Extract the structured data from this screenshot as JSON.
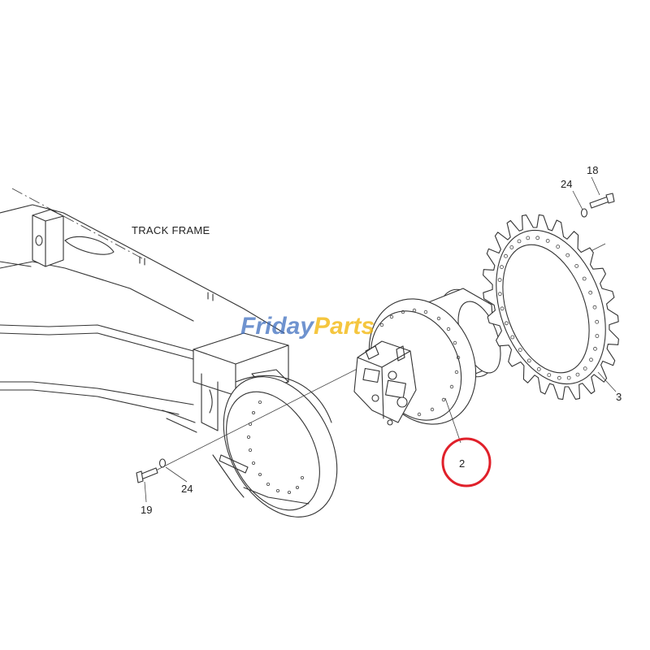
{
  "diagram": {
    "frame_label": "TRACK FRAME",
    "callouts": [
      {
        "id": "callout-18",
        "text": "18"
      },
      {
        "id": "callout-24-top",
        "text": "24"
      },
      {
        "id": "callout-3",
        "text": "3"
      },
      {
        "id": "callout-2",
        "text": "2"
      },
      {
        "id": "callout-19",
        "text": "19"
      },
      {
        "id": "callout-24-bottom",
        "text": "24"
      }
    ],
    "highlight_color": "#e0202a"
  },
  "watermark": {
    "part1": "Friday",
    "part2": "Parts",
    "color_blue": "#3f6fc0",
    "color_gold": "#f2b400"
  }
}
